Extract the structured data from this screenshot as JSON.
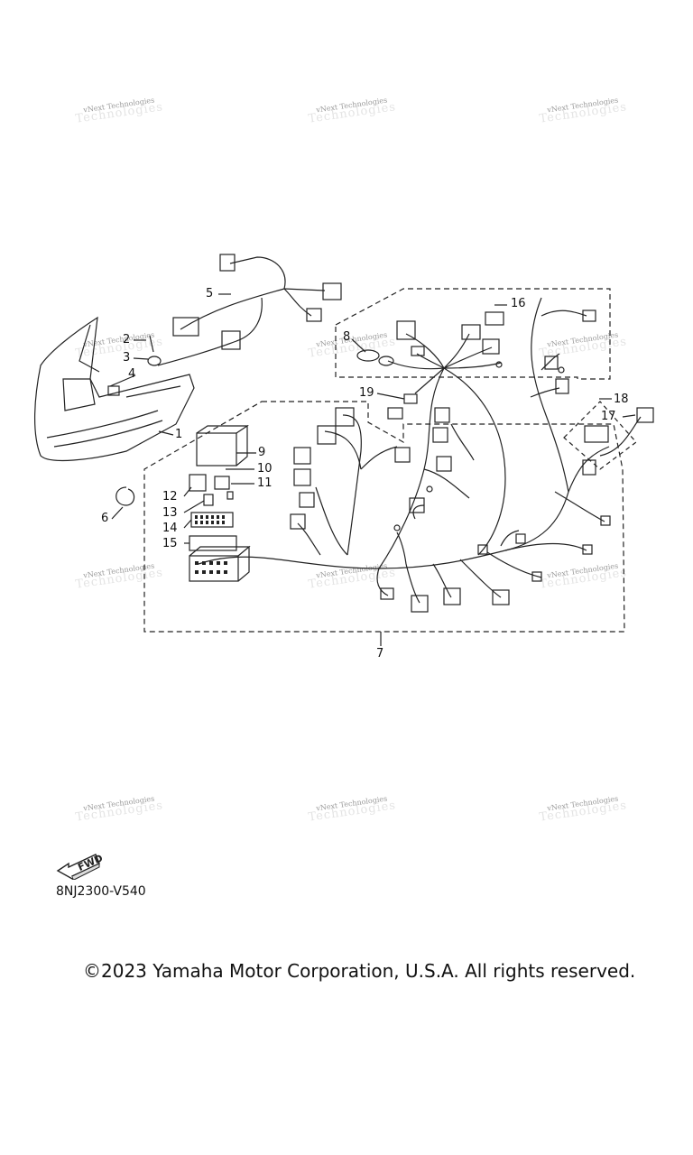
{
  "watermark": "vNext Technologies",
  "callouts": [
    "1",
    "2",
    "3",
    "4",
    "5",
    "6",
    "7",
    "8",
    "9",
    "10",
    "11",
    "12",
    "13",
    "14",
    "15",
    "16",
    "17",
    "18",
    "19"
  ],
  "fwd_label": "FWD",
  "diagram_code": "8NJ2300-V540",
  "copyright": "©2023 Yamaha Motor Corporation, U.S.A. All rights reserved."
}
